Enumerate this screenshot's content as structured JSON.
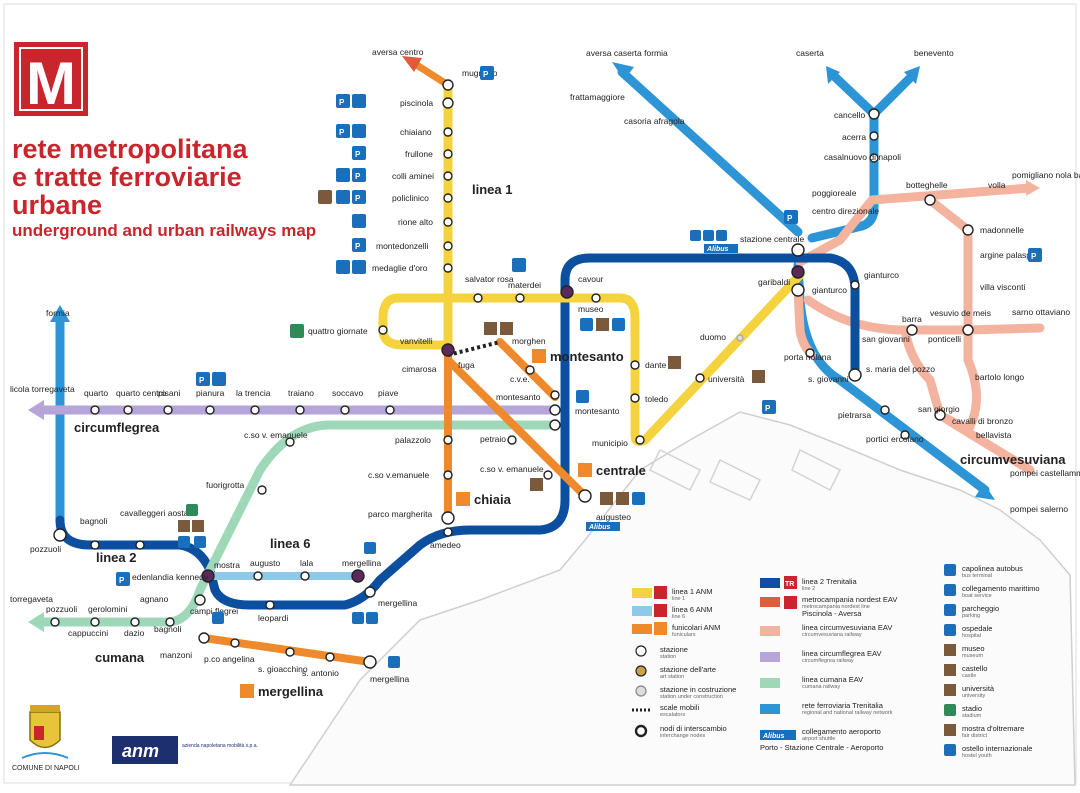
{
  "logo": {
    "letter": "M",
    "color": "#c8262c"
  },
  "title": {
    "line1": "rete metropolitana",
    "line2": "e tratte ferroviarie",
    "line3": "urbane",
    "subtitle": "underground and urban railways map"
  },
  "line_labels": {
    "linea1": "linea 1",
    "linea2": "linea 2",
    "linea6": "linea 6",
    "circumflegrea": "circumflegrea",
    "circumvesuviana": "circumvesuviana",
    "cumana": "cumana"
  },
  "funicular_labels": {
    "montesanto": "montesanto",
    "centrale": "centrale",
    "chiaia": "chiaia",
    "mergellina": "mergellina"
  },
  "stations": {
    "aversa_centro": "aversa centro",
    "mugnano": "mugnano",
    "piscinola": "piscinola",
    "chiaiano": "chiaiano",
    "frullone": "frullone",
    "colli_aminei": "colli aminei",
    "policlinico": "policlinico",
    "rione_alto": "rione alto",
    "montedonzelli": "montedonzelli",
    "medaglie_oro": "medaglie d'oro",
    "salvator_rosa": "salvator rosa",
    "materdei": "materdei",
    "cavour": "cavour",
    "museo": "museo",
    "quattro_giornate": "quattro giornate",
    "vanvitelli": "vanvitelli",
    "cimarosa": "cimarosa",
    "fuga": "fuga",
    "morghen": "morghen",
    "cve": "c.v.e.",
    "montesanto_st": "montesanto",
    "dante": "dante",
    "toledo": "toledo",
    "municipio": "municipio",
    "universita": "università",
    "duomo": "duomo",
    "garibaldi": "garibaldi",
    "gianturco": "gianturco",
    "stazione_centrale": "stazione centrale",
    "centro_direzionale": "centro direzionale",
    "poggioreale": "poggioreale",
    "botteghelle": "botteghelle",
    "volla": "volla",
    "pomigliano": "pomigliano nola baiano",
    "madonnelle": "madonnelle",
    "argine": "argine palasport",
    "villa_visconti": "villa visconti",
    "sarno": "sarno ottaviano",
    "barra": "barra",
    "vesuvio": "vesuvio de meis",
    "ponticelli": "ponticelli",
    "bartolo_longo": "bartolo longo",
    "porta_nolana": "porta nolana",
    "san_giovanni": "san giovanni",
    "s_giovanni": "s. giovanni",
    "s_maria_pozzo": "s. maria del pozzo",
    "san_giorgio": "san giorgio",
    "cavalli_bronzo": "cavalli di bronzo",
    "bellavista": "bellavista",
    "pietrarsa": "pietrarsa",
    "portici": "portici ercolano",
    "pompei_castellammare": "pompei castellammare sorrento",
    "pompei_salerno": "pompei salerno",
    "aversa_caserta": "aversa caserta formia",
    "frattamaggiore": "frattamaggiore",
    "casoria": "casoria afragola",
    "caserta": "caserta",
    "benevento": "benevento",
    "cancello": "cancello",
    "acerra": "acerra",
    "casalnuovo": "casalnuovo di napoli",
    "formia": "formia",
    "licola": "licola torregaveta",
    "quarto": "quarto",
    "quarto_centro": "quarto centro",
    "pisani": "pisani",
    "pianura": "pianura",
    "la_trencia": "la trencia",
    "traiano": "traiano",
    "soccavo": "soccavo",
    "piave": "piave",
    "corso_ve1": "c.so v. emanuele",
    "corso_ve2": "c.so v.emanuele",
    "corso_ve3": "c.so v. emanuele",
    "palazzolo": "palazzolo",
    "petraio": "petraio",
    "parco_margherita": "parco margherita",
    "amedeo": "amedeo",
    "augusteo": "augusteo",
    "fuorigrotta": "fuorigrotta",
    "bagnoli": "bagnoli",
    "cavalleggeri": "cavalleggeri aosta",
    "pozzuoli": "pozzuoli",
    "mostra": "mostra",
    "augusto": "augusto",
    "lala": "lala",
    "mergellina": "mergellina",
    "edenlandia": "edenlandia kennedy",
    "agnano": "agnano",
    "campi_flegrei": "campi flegrei",
    "leopardi": "leopardi",
    "torregaveta": "torregaveta",
    "pozzuoli2": "pozzuoli",
    "gerolomini": "gerolomini",
    "cappuccini": "cappuccini",
    "dazio": "dazio",
    "bagnoli2": "bagnoli",
    "manzoni": "manzoni",
    "p_co_angelina": "p.co angelina",
    "s_gioacchino": "s. gioacchino",
    "s_antonio": "s. antonio",
    "mergellina_fun": "mergellina"
  },
  "legend": [
    {
      "label": "linea 1 ANM",
      "sub": "line 1",
      "color": "#f5d33f"
    },
    {
      "label": "linea 6 ANM",
      "sub": "line 6",
      "color": "#8fc9ea"
    },
    {
      "label": "funicolari ANM",
      "sub": "funiculars",
      "color": "#ee8a2c"
    },
    {
      "label": "stazione",
      "sub": "station"
    },
    {
      "label": "stazione dell'arte",
      "sub": "art station"
    },
    {
      "label": "stazione in costruzione",
      "sub": "station under construction"
    },
    {
      "label": "scale mobili",
      "sub": "escalators"
    },
    {
      "label": "nodi di interscambio",
      "sub": "interchange nodes"
    },
    {
      "label": "linea 2 Trenitalia",
      "sub": "line 2",
      "color": "#0c4f9e"
    },
    {
      "label": "metrocampania nordest EAV",
      "sub": "metrocampania nordest line",
      "extra": "Piscinola - Aversa"
    },
    {
      "label": "linea circumvesuviana EAV",
      "sub": "circumvesuviana railway",
      "color": "#f4b39e"
    },
    {
      "label": "linea circumflegrea EAV",
      "sub": "circumflegrea railway",
      "color": "#b6a5d8"
    },
    {
      "label": "linea cumana EAV",
      "sub": "cumana railway",
      "color": "#9fd8b9"
    },
    {
      "label": "rete ferroviaria Trenitalia",
      "sub": "regional and national railway network",
      "color": "#2d95d6"
    },
    {
      "label": "collegamento aeroporto",
      "sub": "airport shuttle",
      "extra": "Porto - Stazione Centrale - Aeroporto"
    },
    {
      "label": "capolinea autobus",
      "sub": "bus terminal"
    },
    {
      "label": "collegamento marittimo",
      "sub": "boat service"
    },
    {
      "label": "parcheggio",
      "sub": "parking"
    },
    {
      "label": "ospedale",
      "sub": "hospital"
    },
    {
      "label": "museo",
      "sub": "museum"
    },
    {
      "label": "castello",
      "sub": "castle"
    },
    {
      "label": "università",
      "sub": "university"
    },
    {
      "label": "stadio",
      "sub": "stadium"
    },
    {
      "label": "mostra d'oltremare",
      "sub": "fair district"
    },
    {
      "label": "ostello internazionale",
      "sub": "hostel youth"
    }
  ],
  "icons": {
    "parking": "P",
    "alibus": "Alibus",
    "tr_badge": "TR"
  },
  "footer": {
    "comune": "COMUNE DI NAPOLI",
    "anm": "anm",
    "anm_full": "azienda napoletana mobilità s.p.a."
  },
  "colors": {
    "linea1": "#f5d33f",
    "linea6": "#8fc9ea",
    "linea2": "#0c4f9e",
    "funicular": "#ee8a2c",
    "circumvesuviana": "#f4b39e",
    "circumflegrea": "#b6a5d8",
    "cumana": "#9fd8b9",
    "trenitalia": "#2d95d6",
    "brand_red": "#c8262c"
  }
}
